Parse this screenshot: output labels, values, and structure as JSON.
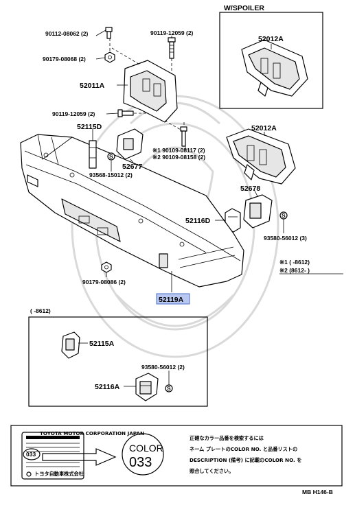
{
  "titles": {
    "spoiler": "W/SPOILER",
    "range_box": "(      -8612)"
  },
  "labels": {
    "l_90112": "90112-08062 (2)",
    "l_90179a": "90179-08068 (2)",
    "l_90119a": "90119-12059 (2)",
    "l_52011a": "52011A",
    "l_90119b": "90119-12059 (2)",
    "l_52115d": "52115D",
    "l_90109a": "※1 90109-08117 (2)",
    "l_90109b": "※2 90109-08158 (2)",
    "l_93568": "93568-15012 (2)",
    "l_52677": "52677",
    "l_52012a_top": "52012A",
    "l_52012a_mid": "52012A",
    "l_52678": "52678",
    "l_52116d": "52116D",
    "l_93580a": "93580-56012 (3)",
    "l_90179b": "90179-08086 (2)",
    "l_52119a": "52119A",
    "l_52115a": "52115A",
    "l_93580b": "93580-56012 (2)",
    "l_52116a": "52116A",
    "l_note1": "※1 (      -8612)",
    "l_note2": "※2 (8612-       )",
    "l_catalog": "MB  H146-B"
  },
  "color_note": {
    "plate_header": "TOYOTA MOTOR CORPORATION JAPAN",
    "plate_code": "033",
    "plate_footer": "トヨタ自動車株式会社",
    "badge_word": "COLOR",
    "badge_code": "033",
    "line1": "正確なカラー品番を検索するには",
    "line2": "ネーム プレートのCOLOR NO. と品番リストの",
    "line3": "DESCRIPTION (備考) に記載のCOLOR NO. を",
    "line4": "照合してください。"
  },
  "colors": {
    "highlight": "#b8c8f0",
    "watermark": "#d9d9d9"
  }
}
